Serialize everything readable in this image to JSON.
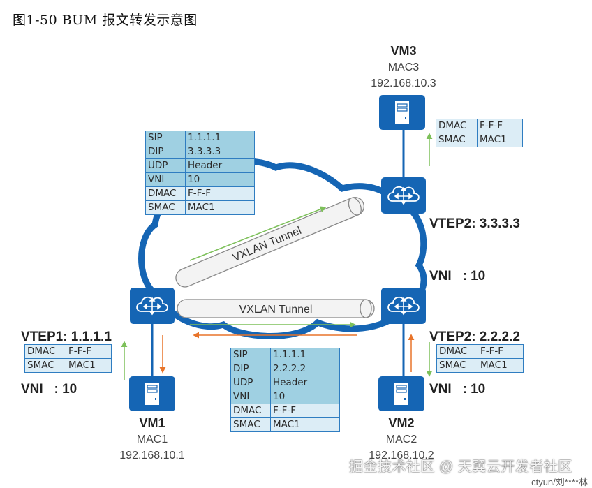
{
  "figure": {
    "title": "图1-50  BUM 报文转发示意图"
  },
  "colors": {
    "device_blue": "#1565b4",
    "cloud_stroke": "#1565b4",
    "outer_header_fill": "#9fd0e2",
    "inner_header_fill": "#dcedf6",
    "table_border": "#2f7dc1",
    "arrow_green": "#7dc05a",
    "arrow_orange": "#e8742a",
    "tunnel_fill": "#f3f3f3",
    "tunnel_stroke": "#888888"
  },
  "vms": [
    {
      "id": "vm3",
      "name": "VM3",
      "mac": "MAC3",
      "ip": "192.168.10.3",
      "icon": "server-icon"
    },
    {
      "id": "vm1",
      "name": "VM1",
      "mac": "MAC1",
      "ip": "192.168.10.1",
      "icon": "server-icon"
    },
    {
      "id": "vm2",
      "name": "VM2",
      "mac": "MAC2",
      "ip": "192.168.10.2",
      "icon": "server-icon"
    }
  ],
  "vteps": [
    {
      "id": "vtep1",
      "line1": "VTEP1: 1.1.1.1",
      "line2": "VNI   : 10",
      "icon": "cloud-switch-icon"
    },
    {
      "id": "vtep2_top",
      "line1": "VTEP2: 3.3.3.3",
      "line2": "VNI   : 10",
      "icon": "cloud-switch-icon"
    },
    {
      "id": "vtep2_bottom",
      "line1": "VTEP2: 2.2.2.2",
      "line2": "VNI   : 10",
      "icon": "cloud-switch-icon"
    }
  ],
  "tunnels": [
    {
      "label": "VXLAN Tunnel",
      "from": "VTEP1",
      "to": "VTEP2 3.3.3.3"
    },
    {
      "label": "VXLAN Tunnel",
      "from": "VTEP1",
      "to": "VTEP2 2.2.2.2"
    }
  ],
  "frames": {
    "encap_to_vtep3": [
      {
        "field": "SIP",
        "value": "1.1.1.1",
        "layer": "outer"
      },
      {
        "field": "DIP",
        "value": "3.3.3.3",
        "layer": "outer"
      },
      {
        "field": "UDP",
        "value": "Header",
        "layer": "outer"
      },
      {
        "field": "VNI",
        "value": "10",
        "layer": "outer"
      },
      {
        "field": "DMAC",
        "value": "F-F-F",
        "layer": "inner"
      },
      {
        "field": "SMAC",
        "value": "MAC1",
        "layer": "inner"
      }
    ],
    "encap_to_vtep2": [
      {
        "field": "SIP",
        "value": "1.1.1.1",
        "layer": "outer"
      },
      {
        "field": "DIP",
        "value": "2.2.2.2",
        "layer": "outer"
      },
      {
        "field": "UDP",
        "value": "Header",
        "layer": "outer"
      },
      {
        "field": "VNI",
        "value": "10",
        "layer": "outer"
      },
      {
        "field": "DMAC",
        "value": "F-F-F",
        "layer": "inner"
      },
      {
        "field": "SMAC",
        "value": "MAC1",
        "layer": "inner"
      }
    ],
    "vm3_frame": [
      {
        "field": "DMAC",
        "value": "F-F-F"
      },
      {
        "field": "SMAC",
        "value": "MAC1"
      }
    ],
    "vm1_frame": [
      {
        "field": "DMAC",
        "value": "F-F-F"
      },
      {
        "field": "SMAC",
        "value": "MAC1"
      }
    ],
    "vm2_frame": [
      {
        "field": "DMAC",
        "value": "F-F-F"
      },
      {
        "field": "SMAC",
        "value": "MAC1"
      }
    ]
  },
  "watermark": {
    "text": "掘金技术社区 @ 天翼云开发者社区",
    "credit": "ctyun/刘****林"
  }
}
